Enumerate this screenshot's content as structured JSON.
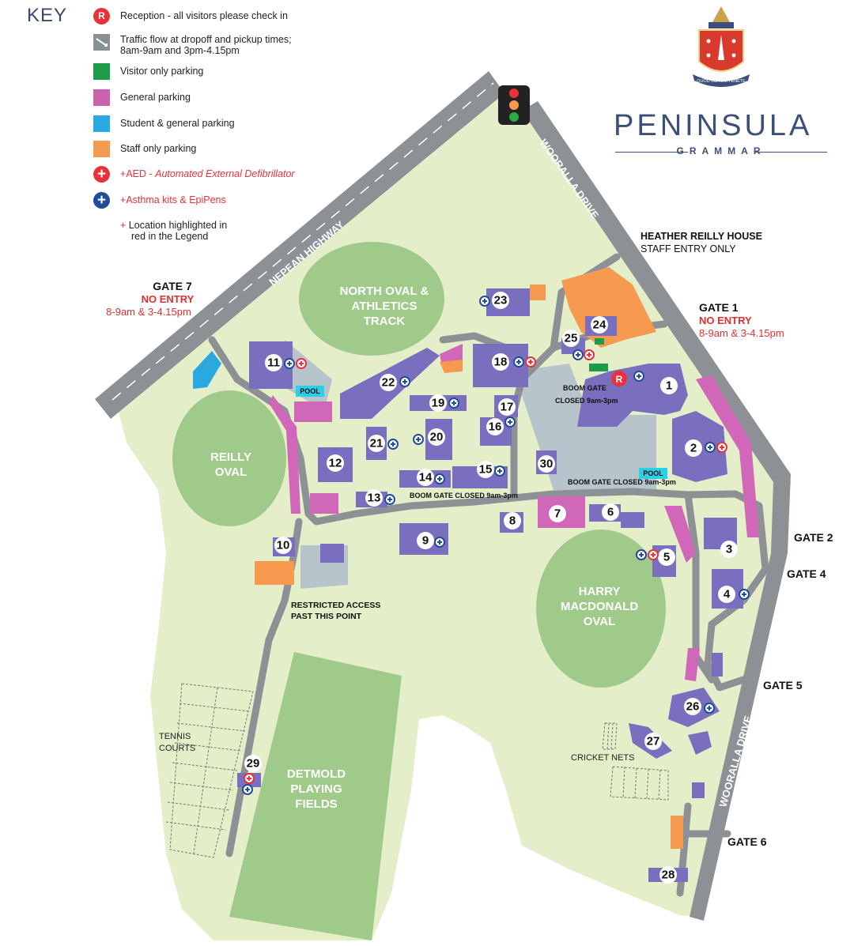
{
  "key": {
    "title": "KEY",
    "items": [
      {
        "id": "reception",
        "label": "Reception - all visitors please check in",
        "label2": "",
        "symbol": "R",
        "color": "#e8313a"
      },
      {
        "id": "traffic",
        "label": "Traffic flow at dropoff and pickup times;",
        "label2": "8am-9am and 3pm-4.15pm",
        "color": "#8a8f94"
      },
      {
        "id": "visitor",
        "label": "Visitor only parking",
        "label2": "",
        "color": "#1e9a4a"
      },
      {
        "id": "general",
        "label": "General parking",
        "label2": "",
        "color": "#c963b0"
      },
      {
        "id": "student",
        "label": "Student & general parking",
        "label2": "",
        "color": "#2aa8e0"
      },
      {
        "id": "staff",
        "label": "Staff only parking",
        "label2": "",
        "color": "#f59a4e"
      },
      {
        "id": "aed",
        "prefix": "+",
        "label": "AED - ",
        "italic": "Automated External Defibrillator",
        "color": "#e8313a"
      },
      {
        "id": "asthma",
        "prefix": "+",
        "label": "Asthma kits & EpiPens",
        "label2": "",
        "color": "#234b9b"
      },
      {
        "id": "note",
        "prefix": "+",
        "label": "Location highlighted in",
        "label2": "red in the Legend",
        "color": "#e8313a"
      }
    ]
  },
  "brand": {
    "name": "PENINSULA",
    "sub": "GRAMMAR",
    "motto": "QUOD BONUM TENETE",
    "navy": "#3b4f7a",
    "crest_red": "#d83a2e"
  },
  "colors": {
    "grass": "#e4eec8",
    "oval": "#9fca8a",
    "road": "#8d9196",
    "building": "#7a6fbf",
    "parking_grey": "#b8c4cc",
    "pink": "#d067b8",
    "orange": "#f59a4e",
    "blue": "#2aa8e0",
    "green": "#1e9a4a"
  },
  "roads": {
    "highway": "NEPEAN HIGHWAY",
    "woorallaTop": "WOORALLA DRIVE",
    "woorallaBottom": "WOORALLA DRIVE"
  },
  "ovals": {
    "north": [
      "NORTH OVAL &",
      "ATHLETICS",
      "TRACK"
    ],
    "reilly": [
      "REILLY",
      "OVAL"
    ],
    "harry": [
      "HARRY",
      "MACDONALD",
      "OVAL"
    ],
    "detmold": [
      "DETMOLD",
      "PLAYING",
      "FIELDS"
    ]
  },
  "gates": {
    "gate7": {
      "title": "GATE 7",
      "line1": "NO ENTRY",
      "line2": "8-9am & 3-4.15pm"
    },
    "gate1": {
      "title": "GATE 1",
      "line1": "NO ENTRY",
      "line2": "8-9am & 3-4.15pm"
    },
    "gate2": "GATE 2",
    "gate4": "GATE 4",
    "gate5": "GATE 5",
    "gate6": "GATE 6"
  },
  "labels": {
    "heather1": "HEATHER REILLY HOUSE",
    "heather2": "STAFF ENTRY ONLY",
    "boom1a": "BOOM GATE",
    "boom1b": "CLOSED 9am-3pm",
    "boom2": "BOOM GATE CLOSED 9am-3pm",
    "boom3": "BOOM GATE CLOSED 9am-3pm",
    "pool1": "POOL",
    "pool2": "POOL",
    "restricted1": "RESTRICTED ACCESS",
    "restricted2": "PAST THIS POINT",
    "tennis1": "TENNIS",
    "tennis2": "COURTS",
    "cricket": "CRICKET NETS",
    "reception": "R"
  },
  "buildings": [
    "1",
    "2",
    "3",
    "4",
    "5",
    "6",
    "7",
    "8",
    "9",
    "10",
    "11",
    "12",
    "13",
    "14",
    "15",
    "16",
    "17",
    "18",
    "19",
    "20",
    "21",
    "22",
    "23",
    "24",
    "25",
    "26",
    "27",
    "28",
    "29",
    "30"
  ]
}
